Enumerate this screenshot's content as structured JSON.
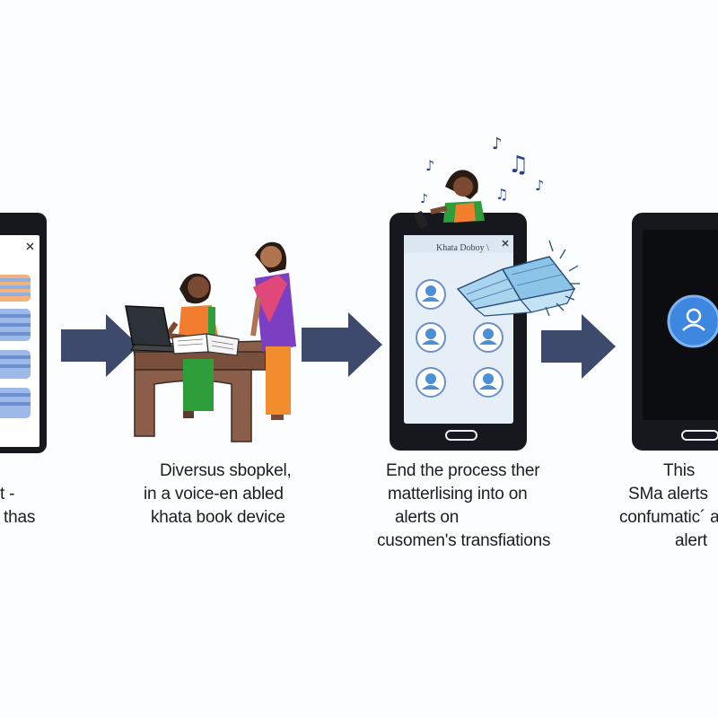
{
  "captions": {
    "step1": {
      "line1": "t -",
      "line2": "thas"
    },
    "step2": {
      "line1": "Diversus sbopkel,",
      "line2": "in a voice-en abled",
      "line3": "khata book device"
    },
    "step3": {
      "line1": "End the process ther",
      "line2": "matterlising into on",
      "line3": "alerts   on",
      "line4": "cusomen's transfiations"
    },
    "step4": {
      "line1": "This",
      "line2": "SMa alerts",
      "line3": "confumatic´ a",
      "line4": "alert"
    }
  },
  "phone3_window_title": "Khata Doboy \\",
  "close_glyph": "×",
  "colors": {
    "background": "#fbfdfe",
    "arrow": "#3d4a6b",
    "phone_body": "#16181d",
    "screen_light": "#e6eef7",
    "contact_blue": "#4a90d9",
    "book_blue": "#8cc4e8"
  },
  "icons": [
    "arrow-right-icon",
    "close-icon",
    "contact-icon",
    "music-note-icon",
    "open-book-icon",
    "laptop-icon",
    "user-avatar-icon"
  ]
}
